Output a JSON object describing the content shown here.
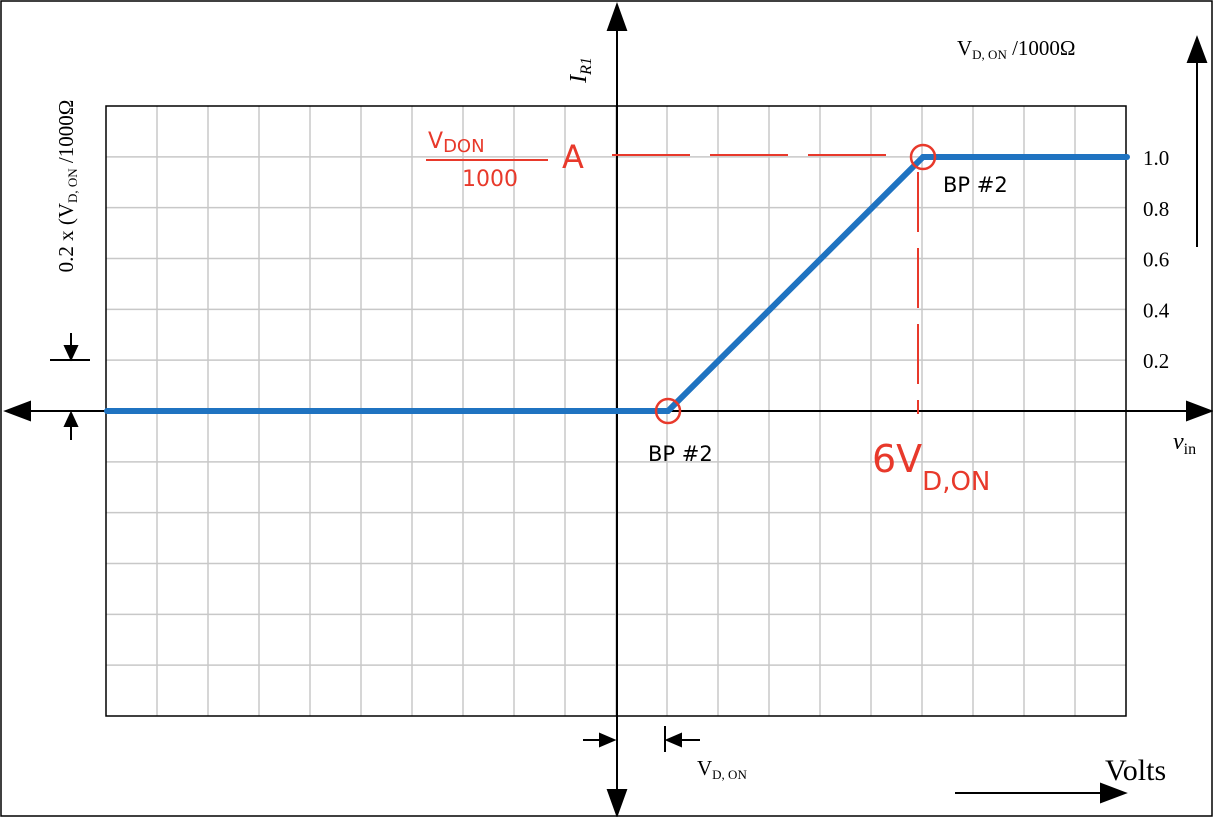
{
  "chart_data": {
    "type": "line",
    "x_units": "V_D,ON (one grid division = 1 V_D,ON)",
    "y_units": "V_D,ON / 1000 ohm",
    "xlim": [
      -10,
      10
    ],
    "ylim": [
      -1.2,
      1.2
    ],
    "grid": true,
    "series": [
      {
        "name": "",
        "points": [
          [
            -10,
            0
          ],
          [
            1,
            0
          ],
          [
            6,
            1
          ],
          [
            10,
            1
          ]
        ]
      }
    ],
    "breakpoints": [
      {
        "x": 1,
        "y": 0,
        "label": "BP #2"
      },
      {
        "x": 6,
        "y": 1,
        "label": "BP #2"
      }
    ],
    "y_ticks": [
      {
        "value": 0.2,
        "label": "0.2"
      },
      {
        "value": 0.4,
        "label": "0.4"
      },
      {
        "value": 0.6,
        "label": "0.6"
      },
      {
        "value": 0.8,
        "label": "0.8"
      },
      {
        "value": 1.0,
        "label": "1.0"
      }
    ],
    "labels": {
      "y_axis_main": "I",
      "y_axis_sub": "R1",
      "x_axis_main": "v",
      "x_axis_sub": "in",
      "top_right_main": "V",
      "top_right_sub": "D, ON",
      "top_right_tail": " /1000Ω",
      "left_vertical": "0.2 x (V",
      "left_vertical_sub": "D, ON",
      "left_vertical_tail": " /1000Ω",
      "bottom_v": "V",
      "bottom_v_sub": "D, ON",
      "volts": "Volts"
    },
    "annotations": {
      "top_left_num": "V",
      "top_left_num_sub": "DON",
      "top_left_den": "1000",
      "top_left_unit": "A",
      "right_main": "6V",
      "right_sub": "D,ON"
    },
    "colors": {
      "line": "#1f73c1",
      "grid": "#c8c8c8",
      "axis": "#000000",
      "annotation": "#e8392b"
    }
  }
}
